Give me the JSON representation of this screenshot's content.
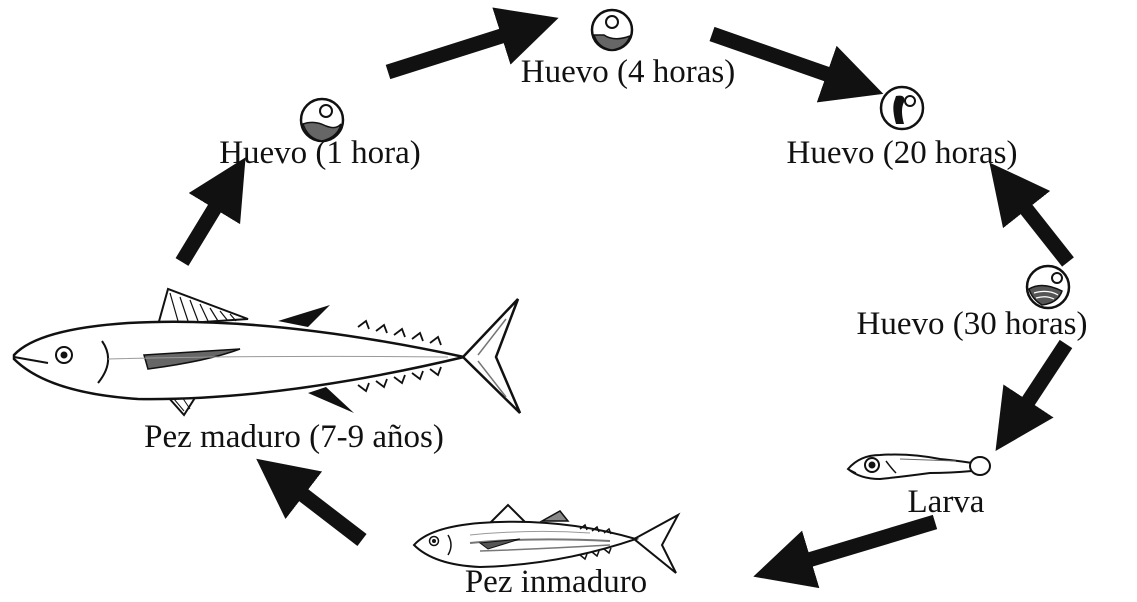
{
  "colors": {
    "ink": "#111111",
    "background": "#ffffff",
    "shade": "#555555"
  },
  "stages": [
    {
      "id": "egg-1h",
      "label": "Huevo (1 hora)",
      "icon": "egg-early-icon"
    },
    {
      "id": "egg-4h",
      "label": "Huevo (4 horas)",
      "icon": "egg-cleavage-icon"
    },
    {
      "id": "egg-20h",
      "label": "Huevo (20 horas)",
      "icon": "egg-embryo-icon"
    },
    {
      "id": "egg-30h",
      "label": "Huevo (30 horas)",
      "icon": "egg-hatching-icon"
    },
    {
      "id": "larva",
      "label": "Larva",
      "icon": "larva-icon"
    },
    {
      "id": "immature",
      "label": "Pez inmaduro",
      "icon": "immature-fish-icon"
    },
    {
      "id": "mature",
      "label": "Pez maduro (7-9 años)",
      "icon": "mature-fish-icon"
    }
  ]
}
